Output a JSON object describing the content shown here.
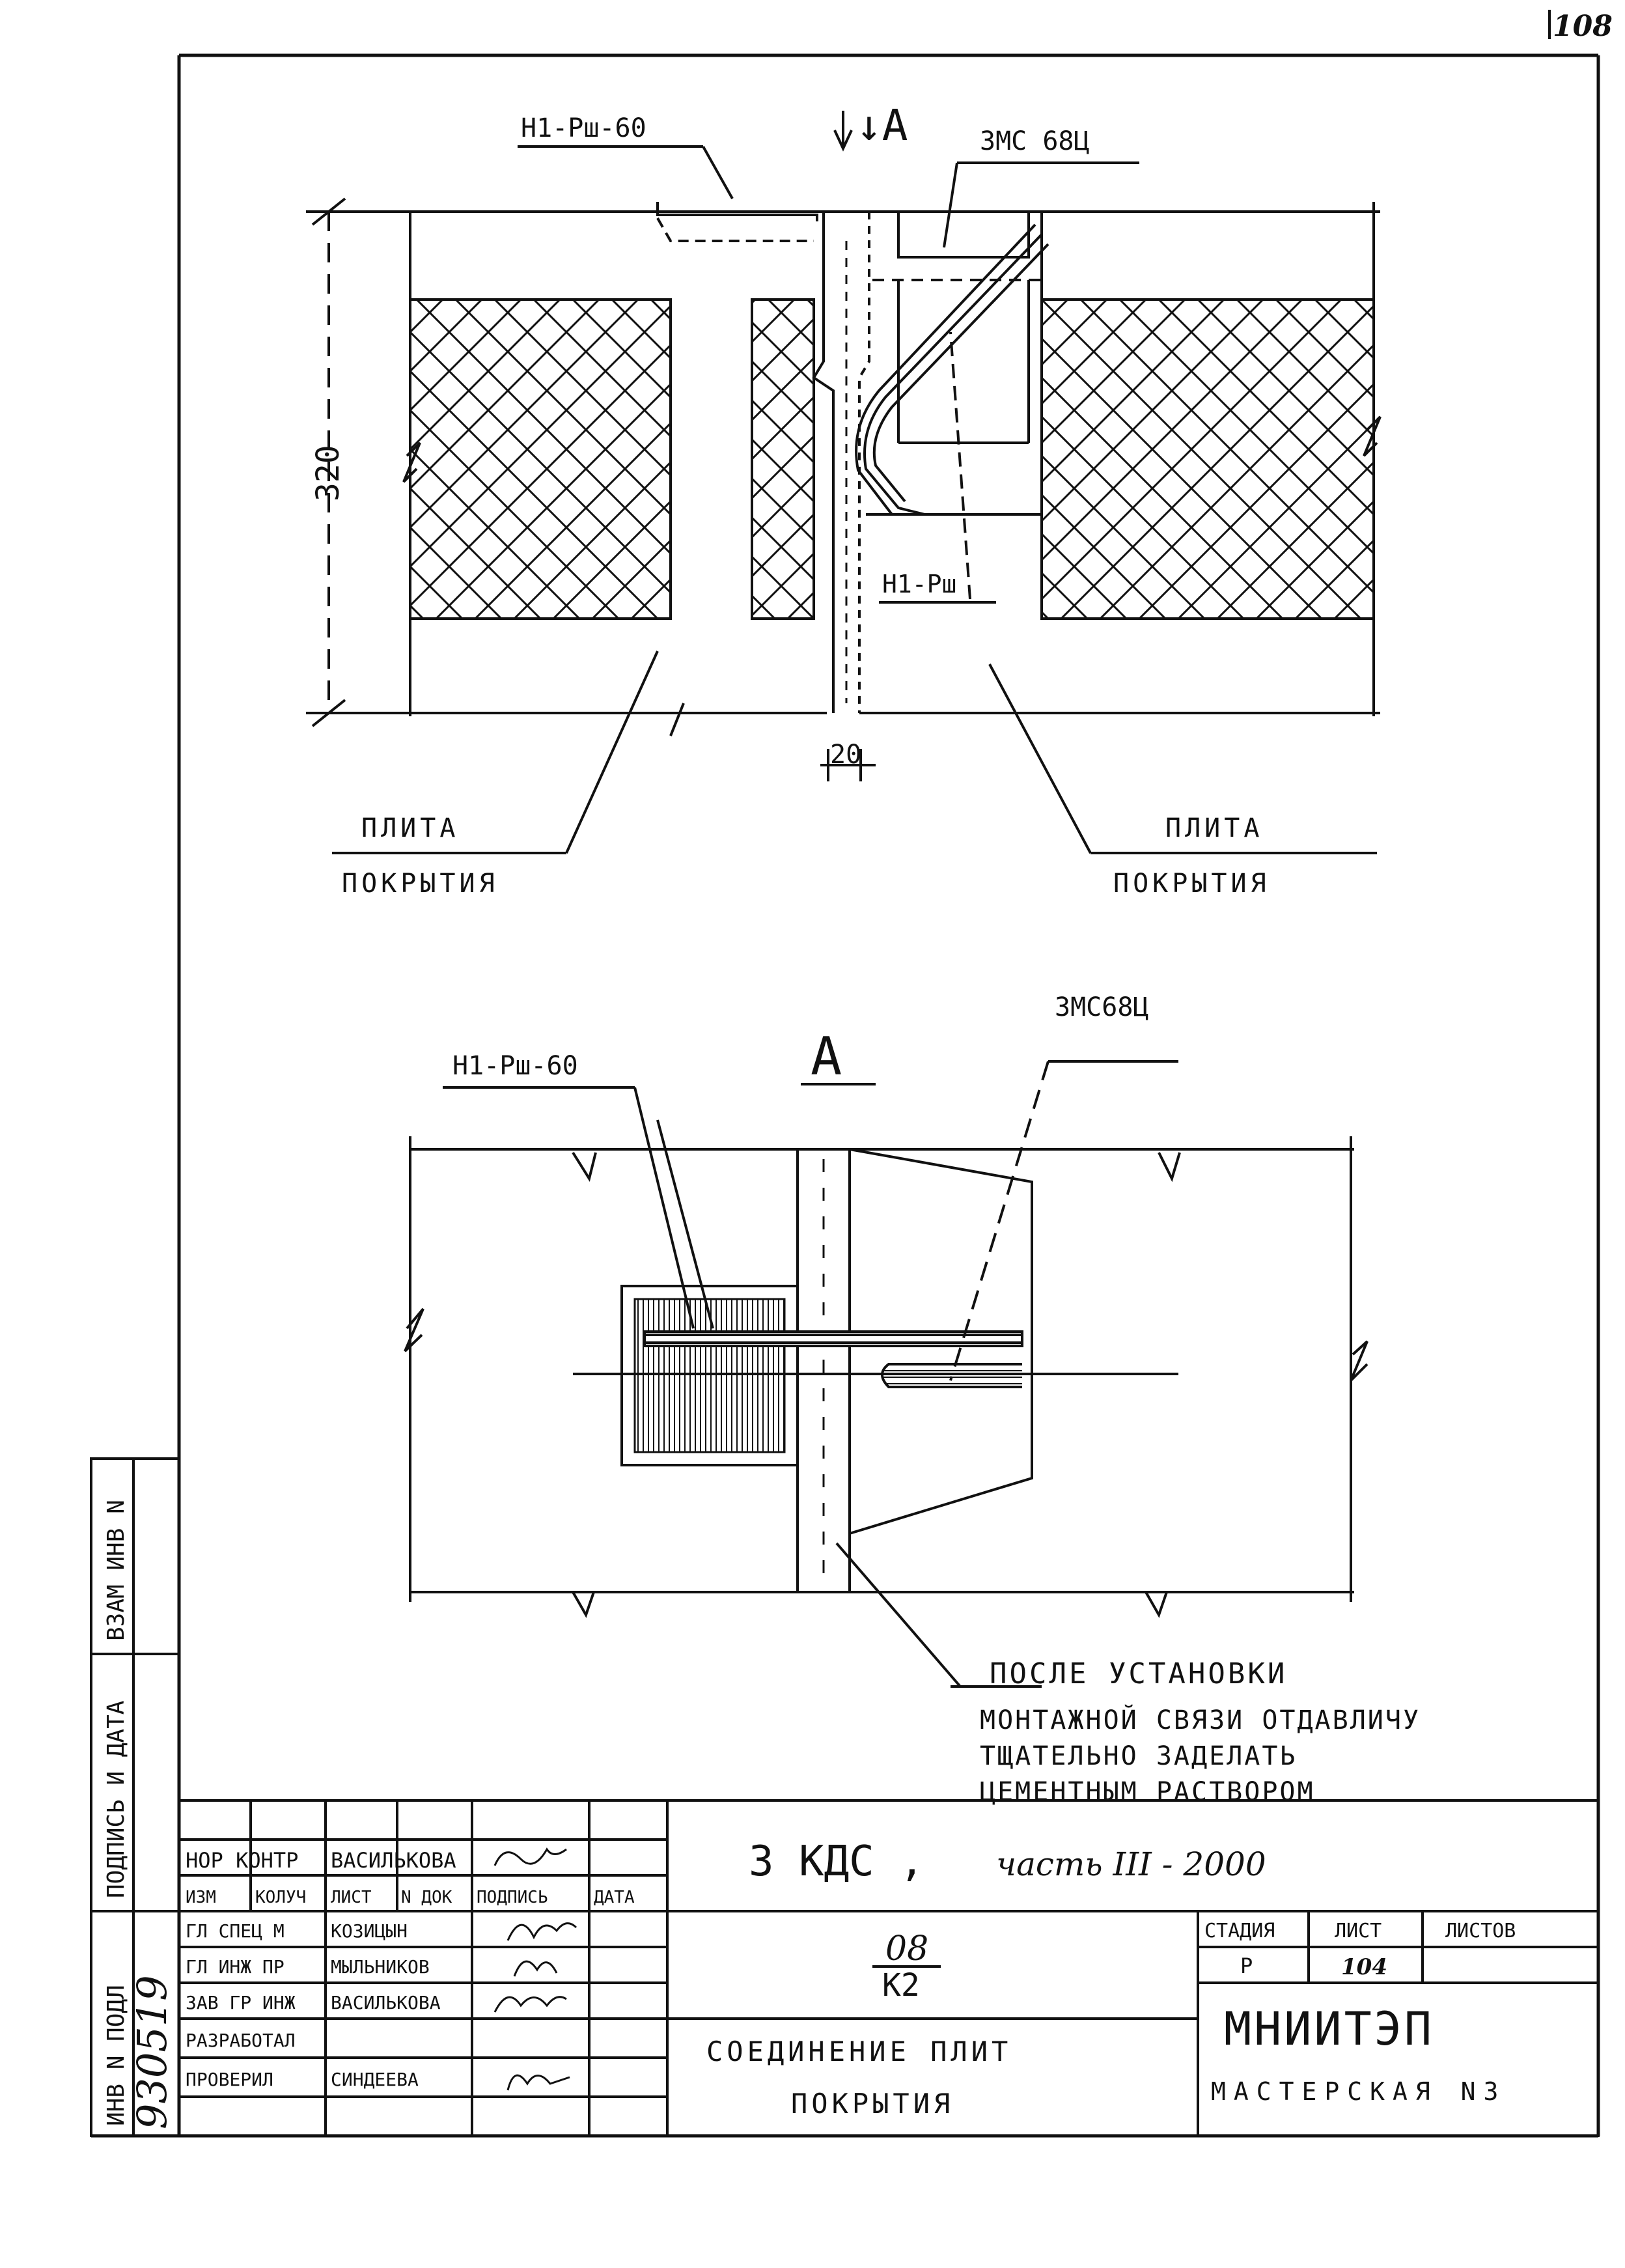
{
  "page_number": "108",
  "section_top": {
    "view_marker": "↓A",
    "label_h1_60": "Н1-Рш-60",
    "label_zmc": "ЗМС 68Ц",
    "label_h1": "Н1-Рш",
    "dim_height": "320",
    "dim_gap": "20",
    "slab_left_line1": "ПЛИТА",
    "slab_left_line2": "ПОКРЫТИЯ",
    "slab_right_line1": "ПЛИТА",
    "slab_right_line2": "ПОКРЫТИЯ"
  },
  "section_a": {
    "view_title": "А",
    "label_h1_60": "Н1-Рш-60",
    "label_zmc": "ЗМС68Ц",
    "note_line1": "ПОСЛЕ  УСТАНОВКИ",
    "note_line2": "МОНТАЖНОЙ СВЯЗИ ОТДАВЛИЧУ",
    "note_line3": "ТЩАТЕЛЬНО  ЗАДЕЛАТЬ",
    "note_line4": "ЦЕМЕНТНЫМ   РАСТВОРОМ"
  },
  "side_stamp": {
    "vzam": "ВЗАМ ИНВ N",
    "podpis_data": "ПОДПИСЬ И ДАТА",
    "inv_podl": "ИНВ N ПОДЛ",
    "inv_number": "930519"
  },
  "title_block": {
    "norm_kontr_role": "НОР КОНТР",
    "norm_kontr_name": "ВАСИЛЬКОВА",
    "hdr_izm": "ИЗМ",
    "hdr_koluch": "КОЛУЧ",
    "hdr_list": "ЛИСТ",
    "hdr_ndok": "N ДОК",
    "hdr_podpis": "ПОДПИСЬ",
    "hdr_data": "ДАТА",
    "rows": [
      {
        "role": "ГЛ СПЕЦ М",
        "name": "КОЗИЦЫН"
      },
      {
        "role": "ГЛ ИНЖ ПР",
        "name": "МЫЛЬНИКОВ"
      },
      {
        "role": "ЗАВ ГР ИНЖ",
        "name": "ВАСИЛЬКОВА"
      },
      {
        "role": "РАЗРАБОТАЛ",
        "name": ""
      },
      {
        "role": "ПРОВЕРИЛ",
        "name": "СИНДЕЕВА"
      }
    ],
    "project_code": "3 КДС ,",
    "project_part": "часть III - 2000",
    "sheet_code_top": "08",
    "sheet_code_bottom": "К2",
    "sheet_title_line1": "СОЕДИНЕНИЕ  ПЛИТ",
    "sheet_title_line2": "ПОКРЫТИЯ",
    "hdr_stadia": "СТАДИЯ",
    "hdr_list2": "ЛИСТ",
    "hdr_listov": "ЛИСТОВ",
    "stadia": "Р",
    "list_no": "104",
    "listov": "",
    "org_name": "МНИИТЭП",
    "org_unit": "МАСТЕРСКАЯ N3"
  }
}
